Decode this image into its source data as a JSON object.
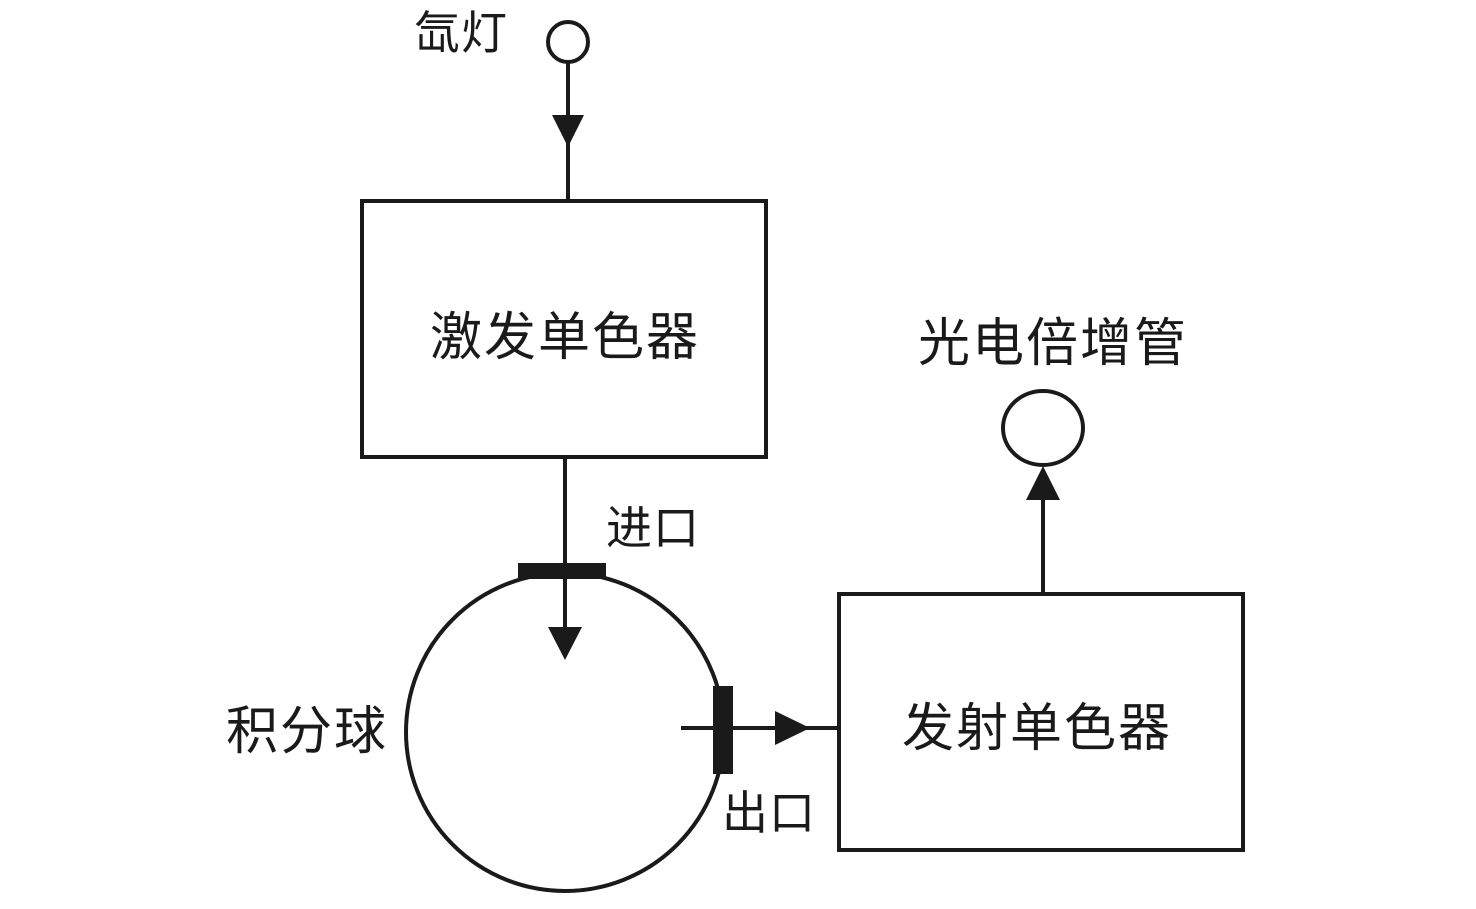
{
  "labels": {
    "xenon_lamp": "氙灯",
    "excitation_monochromator": "激发单色器",
    "inlet": "进口",
    "integrating_sphere": "积分球",
    "outlet": "出口",
    "emission_monochromator": "发射单色器",
    "photomultiplier": "光电倍增管"
  },
  "colors": {
    "stroke": "#1a1a1a",
    "background": "#ffffff"
  }
}
